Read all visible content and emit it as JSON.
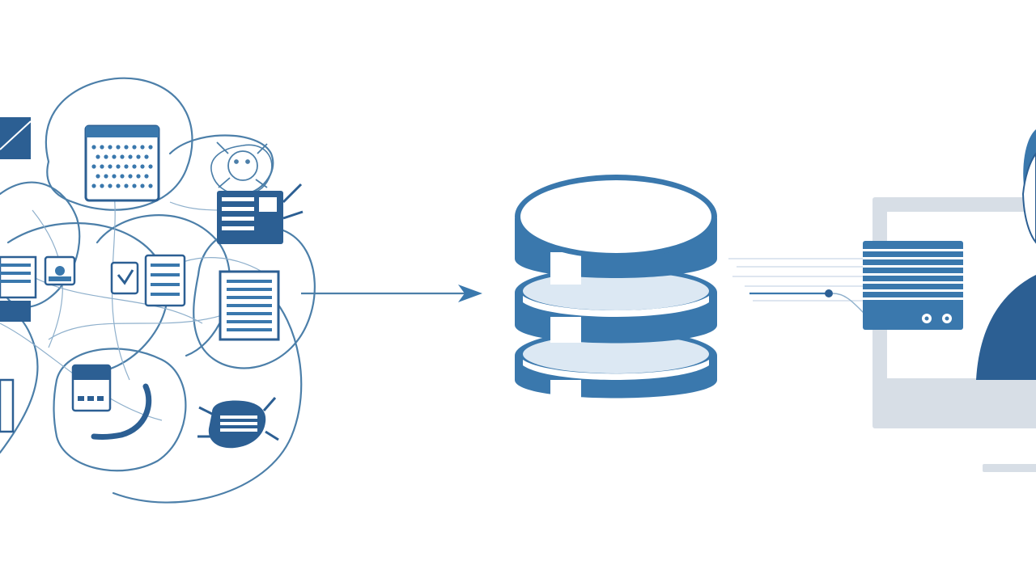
{
  "colors": {
    "background": "#ffffff",
    "primary_blue": "#3a78ad",
    "dark_blue": "#2c5f93",
    "light_blue": "#dce8f3",
    "pale_gray": "#d7dee6",
    "line_blue": "#4c7fa9"
  },
  "diagram": {
    "source_cluster": {
      "icons": [
        "document-icon",
        "grid-document-icon",
        "bug-icon",
        "server-icon",
        "form-icon",
        "gear-icon",
        "report-icon",
        "robot-icon",
        "chip-icon",
        "folder-icon",
        "wrench-icon"
      ]
    },
    "center": {
      "icon": "database-icon",
      "stacks": 3
    },
    "destination": {
      "icons": [
        "monitor-icon",
        "data-panel-icon",
        "user-avatar-icon"
      ]
    },
    "connectors": [
      "arrow-left-to-database",
      "arrow-database-to-monitor"
    ]
  }
}
